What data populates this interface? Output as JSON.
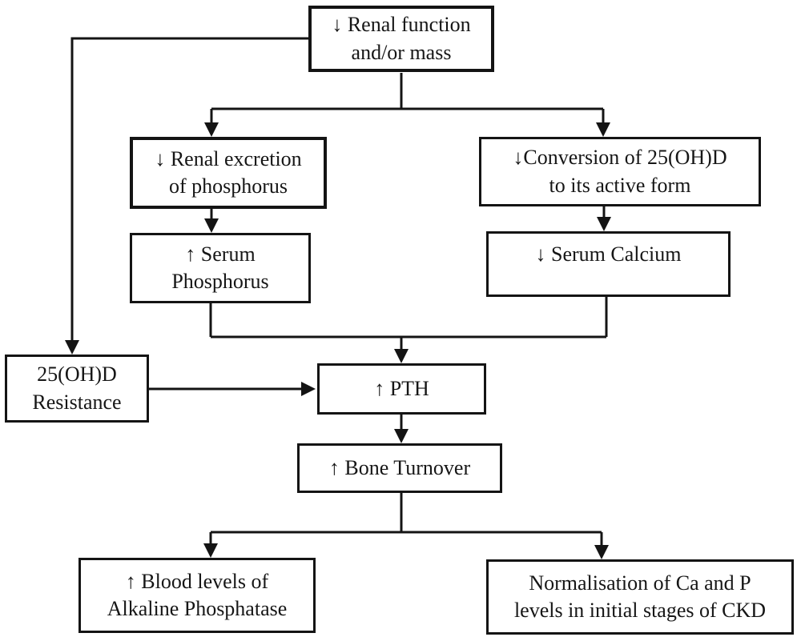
{
  "diagram": {
    "description": "Flowchart of mineral and bone disorder mechanisms in chronic kidney disease",
    "background_color": "#ffffff",
    "line_color": "#141414",
    "text_color": "#161616",
    "nodes": [
      {
        "id": "renal-function-mass",
        "lines": [
          "↓ Renal function",
          "and/or mass"
        ]
      },
      {
        "id": "renal-excretion-phosphorus",
        "lines": [
          "↓ Renal excretion",
          "of phosphorus"
        ]
      },
      {
        "id": "serum-phosphorus",
        "lines": [
          "↑ Serum",
          "Phosphorus"
        ]
      },
      {
        "id": "conversion-25ohd",
        "lines": [
          "↓Conversion of 25(OH)D",
          "to its active form"
        ]
      },
      {
        "id": "serum-calcium",
        "lines": [
          "↓ Serum Calcium"
        ]
      },
      {
        "id": "25ohd-resistance",
        "lines": [
          "25(OH)D",
          "Resistance"
        ]
      },
      {
        "id": "pth",
        "lines": [
          "↑ PTH"
        ]
      },
      {
        "id": "bone-turnover",
        "lines": [
          "↑ Bone Turnover"
        ]
      },
      {
        "id": "alkaline-phosphatase",
        "lines": [
          "↑ Blood levels of",
          "Alkaline Phosphatase"
        ]
      },
      {
        "id": "normalisation-ca-p",
        "lines": [
          "Normalisation of Ca and P",
          "levels in initial stages of CKD"
        ]
      }
    ]
  }
}
